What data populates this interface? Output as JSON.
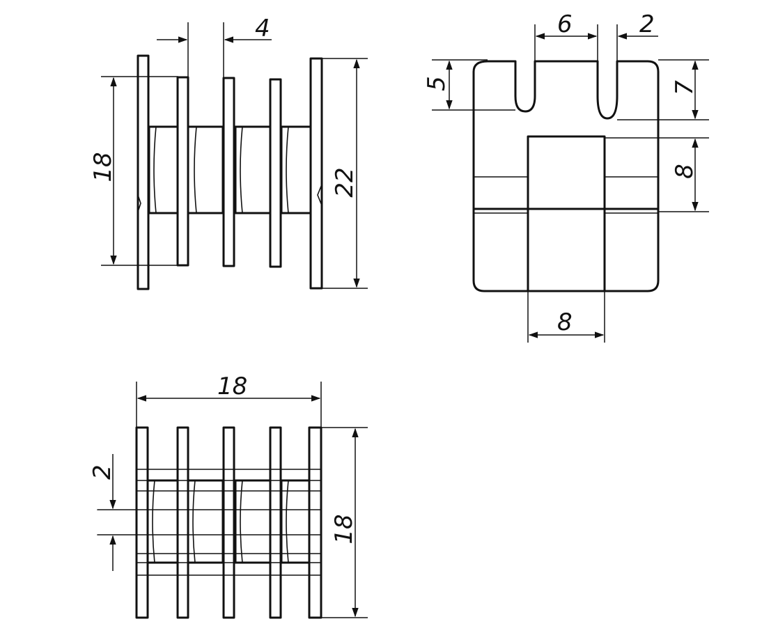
{
  "drawing": {
    "front_view": {
      "dim_pitch": "4",
      "dim_inner_height": "18",
      "dim_total_height": "22"
    },
    "side_view": {
      "dim_slot_depth": "5",
      "dim_slot_spacing": "6",
      "dim_slot_width": "2",
      "dim_slot_to_edge": "7",
      "dim_window_height": "8",
      "dim_window_width": "8"
    },
    "top_view": {
      "dim_total_width": "18",
      "dim_gap": "2",
      "dim_height": "18"
    }
  }
}
